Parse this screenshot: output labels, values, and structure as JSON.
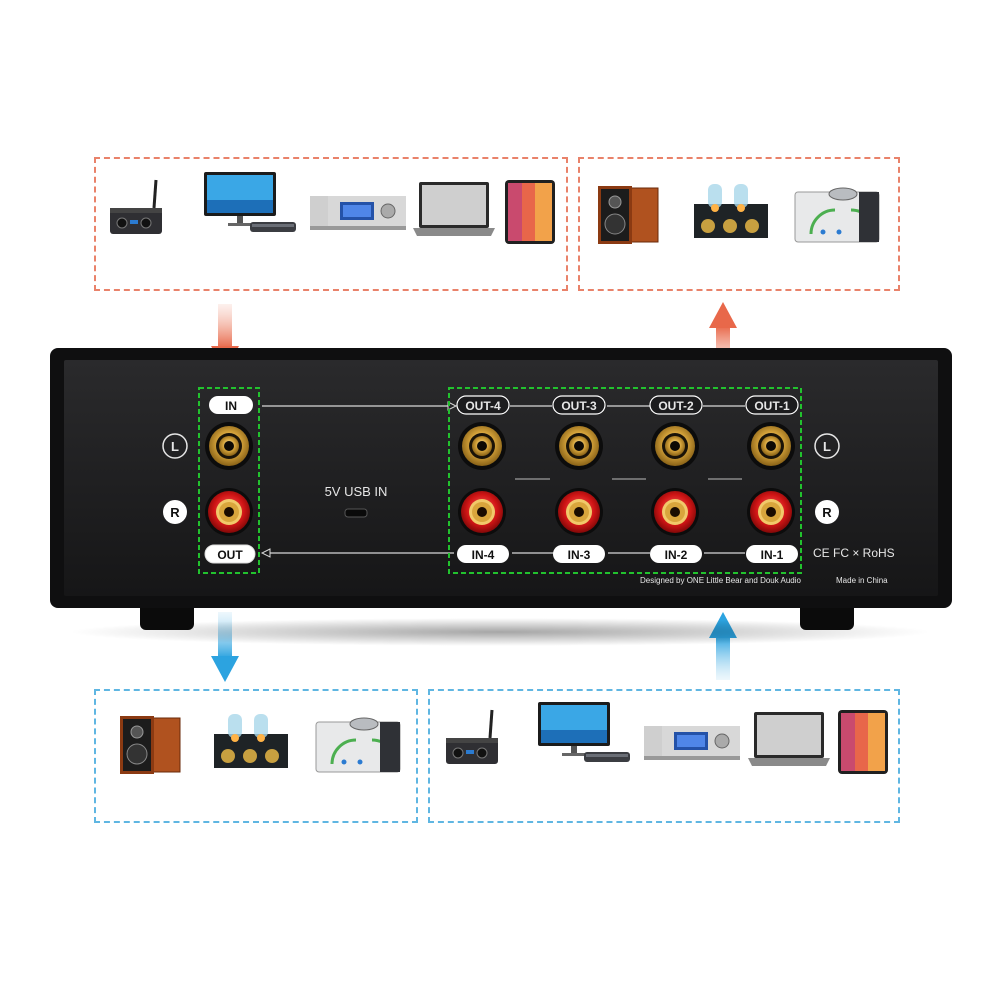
{
  "panel": {
    "input_label": "IN",
    "output_label": "OUT",
    "usb_label": "5V USB IN",
    "left_channel": "L",
    "right_channel": "R",
    "outputs": [
      "OUT-4",
      "OUT-3",
      "OUT-2",
      "OUT-1"
    ],
    "inputs": [
      "IN-4",
      "IN-3",
      "IN-2",
      "IN-1"
    ],
    "certifications": "CE FC × RoHS",
    "credit": "Designed by ONE Little Bear and Douk Audio",
    "origin": "Made in China"
  },
  "colors": {
    "source_border": "#e9826a",
    "destination_border": "#5fb6e2",
    "arrow_orange": "#e8684a",
    "arrow_blue": "#2ca3e0",
    "group_outline": "#22c22e",
    "chassis": "#1c1c1e"
  },
  "devices": {
    "top_left": [
      "dac-with-antenna",
      "monitor",
      "router",
      "cd-player",
      "laptop",
      "phone"
    ],
    "top_right": [
      "bookshelf-speakers",
      "tube-preamp",
      "headphone-amp"
    ],
    "bottom_left": [
      "bookshelf-speakers",
      "tube-preamp",
      "headphone-amp"
    ],
    "bottom_right": [
      "dac-with-antenna",
      "monitor",
      "router",
      "cd-player",
      "laptop",
      "phone"
    ]
  }
}
